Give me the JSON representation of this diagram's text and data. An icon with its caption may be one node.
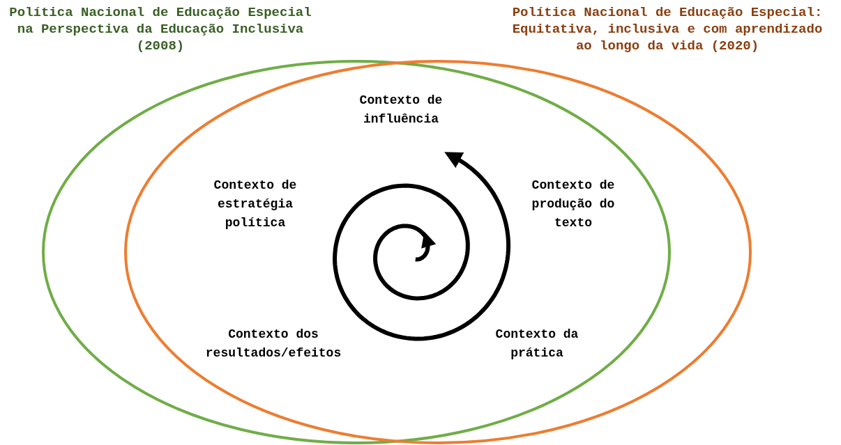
{
  "diagram": {
    "nodes": [
      {
        "text": [
          "Política Nacional de Educação Especial na Perspectiva da Educação Inclusiva (2008)"
        ]
      },
      {
        "text": [
          "Política Nacional de Educação Especial: Equitativa, inclusiva e com aprendizado ao longo da vida (2020)"
        ]
      }
    ],
    "edges": [],
    "labels": [
      "Contexto de influência",
      "Contexto de estratégia política",
      "Contexto de produção do texto",
      "Contexto dos resultados/efeitos",
      "Contexto da prática"
    ]
  }
}
